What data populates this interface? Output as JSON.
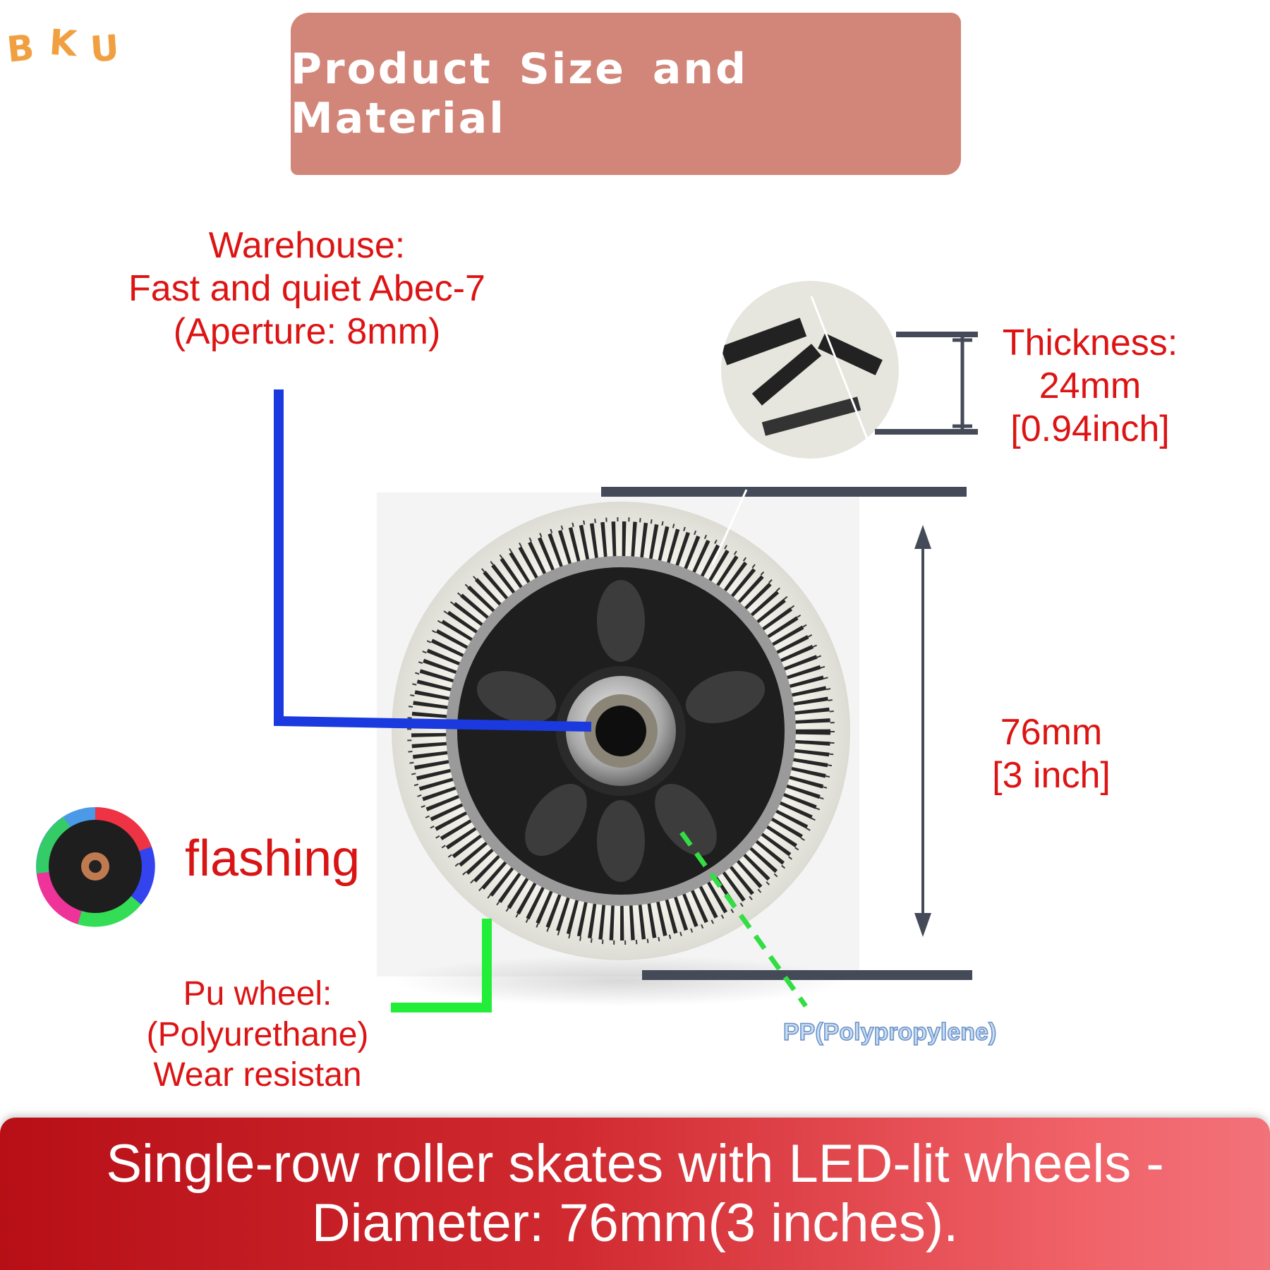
{
  "brand": {
    "logo_text": "BKU",
    "letters": [
      "B",
      "K",
      "U"
    ]
  },
  "title": "Product Size and Material",
  "callouts": {
    "warehouse": {
      "line1": "Warehouse:",
      "line2": "Fast and quiet Abec-7",
      "line3": "(Aperture: 8mm)"
    },
    "thickness": {
      "line1": "Thickness:",
      "line2": "24mm",
      "line3": "[0.94inch]"
    },
    "diameter": {
      "line1": "76mm",
      "line2": "[3 inch]"
    },
    "flashing": "flashing",
    "pu_wheel": {
      "line1": "Pu wheel:",
      "line2": "(Polyurethane)",
      "line3": "Wear resistan"
    },
    "pp": "PP(Polypropylene)"
  },
  "footer": {
    "line1": "Single-row roller skates with LED-lit wheels -",
    "line2": "Diameter: 76mm(3 inches)."
  },
  "colors": {
    "title_banner": "#d2867a",
    "callout_red": "#dd1414",
    "bearing_line": "#1a3ae0",
    "pu_line": "#22ee3a",
    "pp_line": "#33dd44",
    "dimension_line": "#454a58",
    "footer_start": "#b80f17",
    "footer_end": "#f2727a"
  },
  "icons": [
    "led-wheel-icon",
    "dimension-arrow-icon"
  ]
}
